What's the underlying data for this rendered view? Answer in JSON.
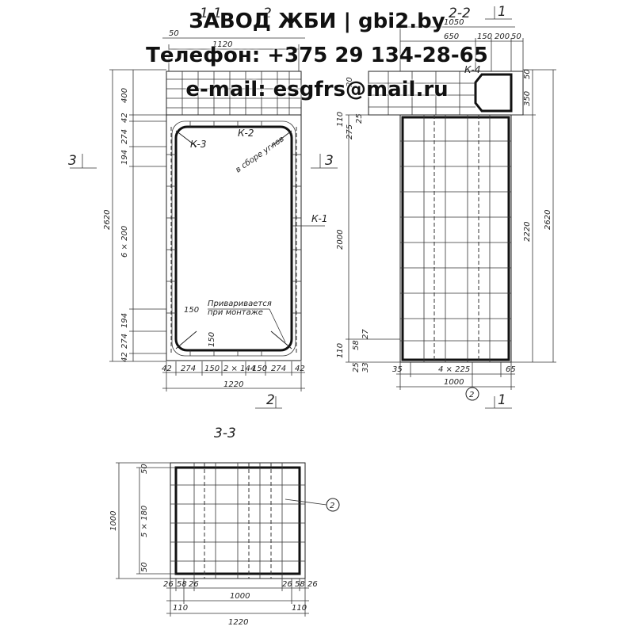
{
  "header": {
    "line1": "ЗАВОД ЖБИ | gbi2.by",
    "line2": "Телефон: +375 29 134-28-65",
    "line3": "e-mail: esgfrs@mail.ru"
  },
  "sections": {
    "s11": "1-1",
    "s22": "2-2",
    "s33": "3-3",
    "cut3_left": "3",
    "cut3_right": "3",
    "cut2_bottom": "2",
    "cut1_top": "1",
    "cut1_bottom": "1",
    "cut2_top": "2"
  },
  "labels": {
    "k1": "К-1",
    "k2": "К-2",
    "k3": "К-3",
    "k4": "К-4",
    "note_every_corner": "в сборе углов",
    "note_welded_1": "Приваривается",
    "note_welded_2": "при монтаже",
    "pos2_a": "2",
    "pos2_b": "2"
  },
  "view11": {
    "top_1120": "1120",
    "top_50": "50",
    "left_400": "400",
    "left_42": "42",
    "left_274": "274",
    "left_194": "194",
    "left_2620": "2620",
    "left_6x200": "6 × 200",
    "left_194b": "194",
    "left_274b": "274",
    "left_42b": "42",
    "in_150a": "150",
    "in_150b": "150",
    "bot_42a": "42",
    "bot_274a": "274",
    "bot_150a": "150",
    "bot_2x144": "2 × 144",
    "bot_150b": "150",
    "bot_274b": "274",
    "bot_42b": "42",
    "bot_1220": "1220"
  },
  "view22": {
    "top_1050": "1050",
    "top_650": "650",
    "top_150": "150",
    "top_200": "200",
    "top_50": "50",
    "r_50": "50",
    "r_350": "350",
    "r_2220": "2220",
    "r_2620": "2620",
    "l_110": "110",
    "l_20": "20",
    "l_275": "275",
    "l_25": "25",
    "l_2000": "2000",
    "l_110b": "110",
    "l_58": "58",
    "l_27": "27",
    "l_25b": "25",
    "l_33": "33",
    "bot_35": "35",
    "bot_4x225": "4 × 225",
    "bot_65": "65",
    "bot_1000": "1000"
  },
  "view33": {
    "l_50a": "50",
    "l_1000": "1000",
    "l_5x180": "5 × 180",
    "l_50b": "50",
    "b_26a": "26",
    "b_58a": "58",
    "b_26b": "26",
    "b_1000": "1000",
    "b_26c": "26",
    "b_58b": "58",
    "b_26d": "26",
    "b_110a": "110",
    "b_110b": "110",
    "b_1220": "1220"
  }
}
